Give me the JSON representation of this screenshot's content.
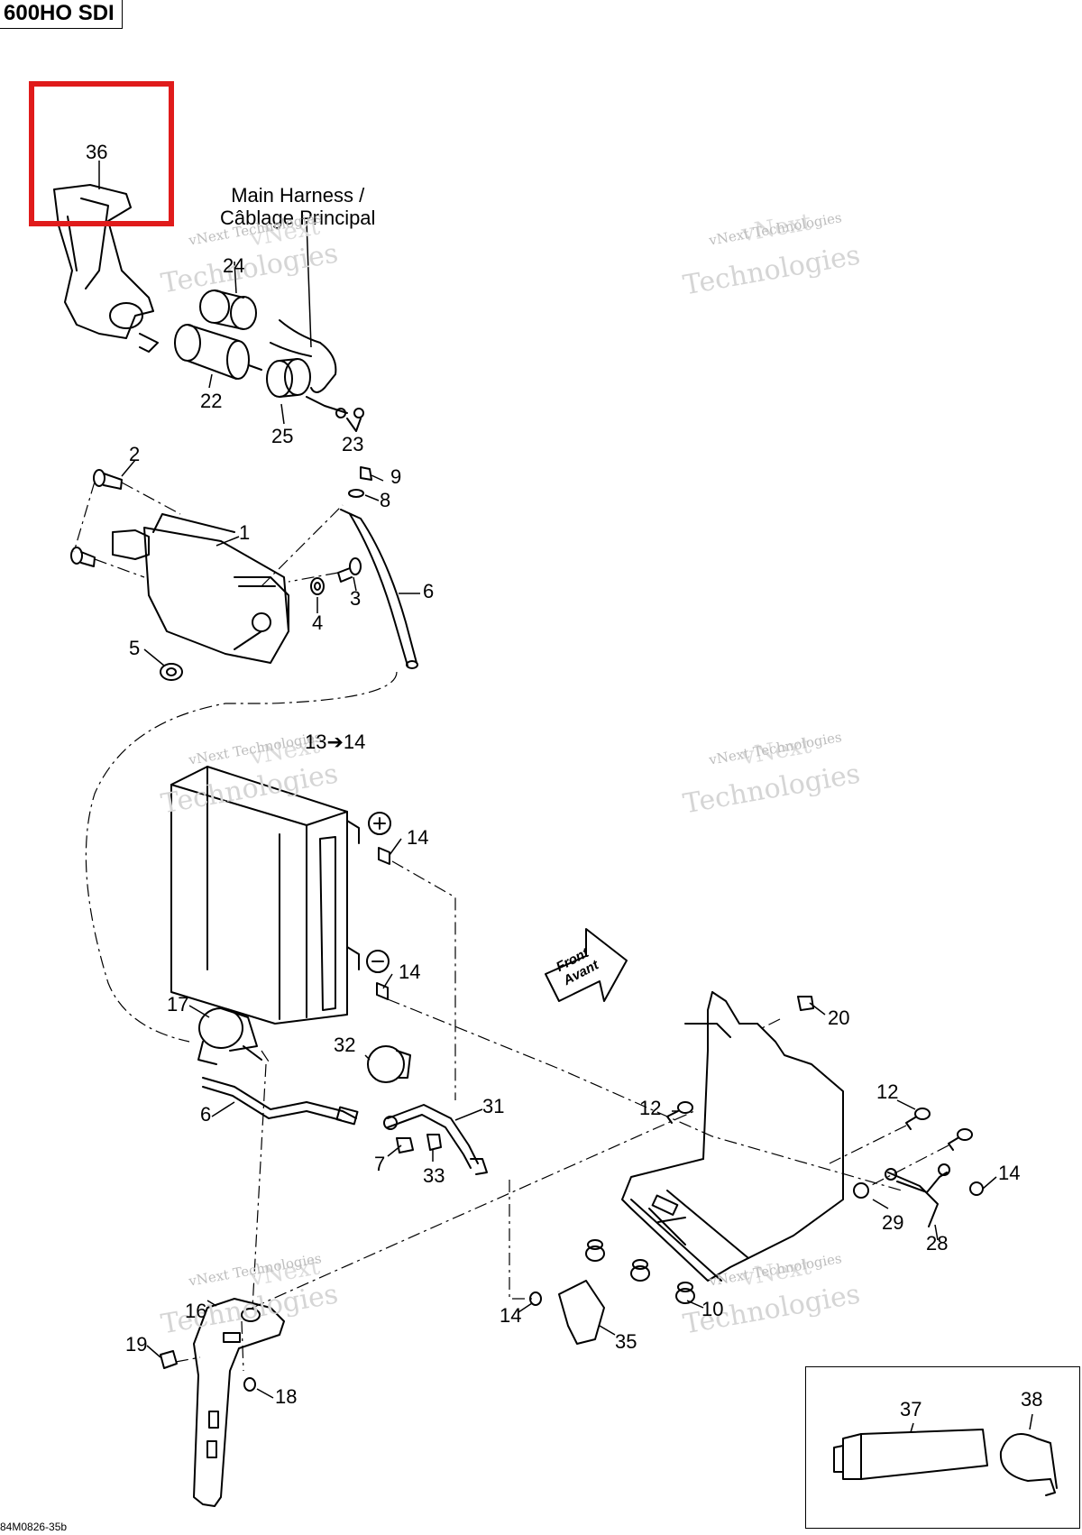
{
  "title": "600HO SDI",
  "harness_label": {
    "line1": "Main Harness /",
    "line2": "Câblage Principal"
  },
  "front_label": {
    "line1": "Front",
    "line2": "Avant"
  },
  "drawing_code": "84M0826-35b",
  "watermark": {
    "line0": "vNext",
    "line1": "vNext Technologies",
    "line2": "Technologies"
  },
  "callouts": [
    {
      "id": "c36",
      "text": "36"
    },
    {
      "id": "c24",
      "text": "24"
    },
    {
      "id": "c22",
      "text": "22"
    },
    {
      "id": "c25",
      "text": "25"
    },
    {
      "id": "c23",
      "text": "23"
    },
    {
      "id": "c2",
      "text": "2"
    },
    {
      "id": "c9",
      "text": "9"
    },
    {
      "id": "c8",
      "text": "8"
    },
    {
      "id": "c1",
      "text": "1"
    },
    {
      "id": "c6a",
      "text": "6"
    },
    {
      "id": "c3",
      "text": "3"
    },
    {
      "id": "c4",
      "text": "4"
    },
    {
      "id": "c5",
      "text": "5"
    },
    {
      "id": "c1314",
      "text": "13➔14"
    },
    {
      "id": "c14a",
      "text": "14"
    },
    {
      "id": "c14b",
      "text": "14"
    },
    {
      "id": "c17",
      "text": "17"
    },
    {
      "id": "c20",
      "text": "20"
    },
    {
      "id": "c32",
      "text": "32"
    },
    {
      "id": "c6b",
      "text": "6"
    },
    {
      "id": "c31",
      "text": "31"
    },
    {
      "id": "c12a",
      "text": "12"
    },
    {
      "id": "c12b",
      "text": "12"
    },
    {
      "id": "c7",
      "text": "7"
    },
    {
      "id": "c33",
      "text": "33"
    },
    {
      "id": "c14c",
      "text": "14"
    },
    {
      "id": "c29",
      "text": "29"
    },
    {
      "id": "c28",
      "text": "28"
    },
    {
      "id": "c16",
      "text": "16"
    },
    {
      "id": "c19",
      "text": "19"
    },
    {
      "id": "c14d",
      "text": "14"
    },
    {
      "id": "c10",
      "text": "10"
    },
    {
      "id": "c35",
      "text": "35"
    },
    {
      "id": "c18",
      "text": "18"
    },
    {
      "id": "c37",
      "text": "37"
    },
    {
      "id": "c38",
      "text": "38"
    }
  ],
  "highlighted_part": "36",
  "colors": {
    "highlight": "#e01b1b",
    "line": "#000000",
    "watermark": "#d0d0d0"
  }
}
